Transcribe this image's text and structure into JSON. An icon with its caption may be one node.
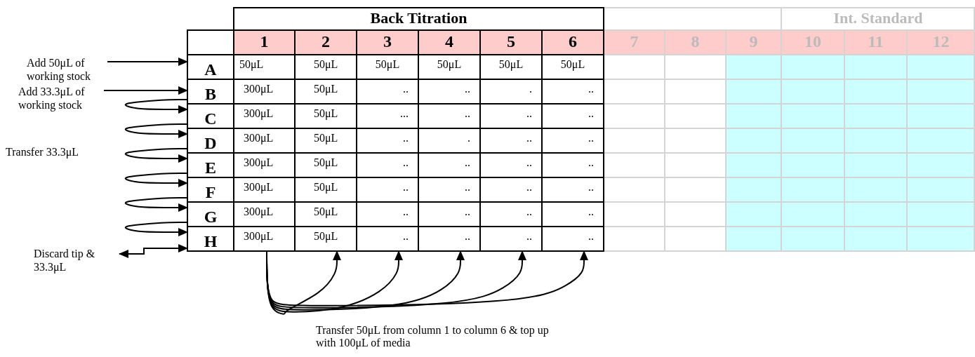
{
  "diagram": {
    "nodes": [
      {
        "text": [
          "Add 50μL of working stock"
        ]
      },
      {
        "text": [
          "Add 33.3μL of working stock"
        ]
      },
      {
        "text": [
          "Discard tip & 33.3μL"
        ]
      },
      {
        "text": [
          "A"
        ]
      },
      {
        "text": [
          "B"
        ]
      },
      {
        "text": [
          "C"
        ]
      },
      {
        "text": [
          "D"
        ]
      },
      {
        "text": [
          "E"
        ]
      },
      {
        "text": [
          "F"
        ]
      },
      {
        "text": [
          "G"
        ]
      },
      {
        "text": [
          "H"
        ]
      },
      {
        "text": [
          "300μL"
        ]
      },
      {
        "text": [
          "50μL"
        ]
      },
      {
        "text": [
          ".."
        ]
      },
      {
        "text": [
          ".."
        ]
      },
      {
        "text": [
          ".."
        ]
      },
      {
        "text": [
          ".."
        ]
      }
    ],
    "edges": [
      {
        "from": 0,
        "to": 3,
        "arrow": "to"
      },
      {
        "from": 1,
        "to": 4,
        "arrow": "to"
      },
      {
        "from": 4,
        "to": 5,
        "arrow": "to"
      },
      {
        "from": 5,
        "to": 6,
        "arrow": "to"
      },
      {
        "from": 6,
        "to": 7,
        "arrow": "to"
      },
      {
        "from": 7,
        "to": 8,
        "arrow": "to"
      },
      {
        "from": 8,
        "to": 9,
        "arrow": "to"
      },
      {
        "from": 9,
        "to": 10,
        "arrow": "to"
      },
      {
        "from": 10,
        "to": 2,
        "arrow": "both"
      },
      {
        "from": 11,
        "to": 12,
        "arrow": "to"
      },
      {
        "from": 11,
        "to": 13,
        "arrow": "to"
      },
      {
        "from": 11,
        "to": 14,
        "arrow": "to"
      },
      {
        "from": 11,
        "to": 15,
        "arrow": "to"
      },
      {
        "from": 11,
        "to": 16,
        "arrow": "to"
      }
    ],
    "labels": [
      "Back Titration",
      "Int. Standard",
      "1",
      "2",
      "3",
      "4",
      "5",
      "6",
      "7",
      "8",
      "9",
      "10",
      "11",
      "12",
      "50μL",
      "50μL",
      "50μL",
      "50μL",
      "50μL",
      "50μL",
      "300μL",
      "50μL",
      "..",
      "..",
      ".",
      "..",
      "300μL",
      "50μL",
      "...",
      "..",
      "..",
      "..",
      "300μL",
      "50μL",
      "..",
      ".",
      "..",
      "..",
      "300μL",
      "50μL",
      "..",
      "..",
      "..",
      "..",
      "300μL",
      "50μL",
      "..",
      "..",
      "..",
      "..",
      "300μL",
      "50μL",
      "..",
      "..",
      "..",
      "..",
      "Transfer 33.3μL",
      "Transfer 50μL from column 1 to column 6 & top up with 100μL of media"
    ]
  }
}
